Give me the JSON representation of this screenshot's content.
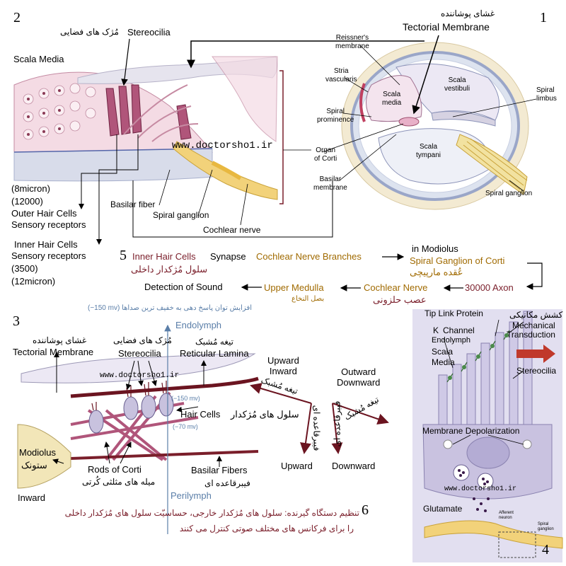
{
  "panel_numbers": {
    "p1": "1",
    "p2": "2",
    "p3": "3",
    "p4": "4",
    "p5": "5",
    "p6": "6"
  },
  "watermark": "www.doctorsho1.ir",
  "panel2": {
    "scala_media": "Scala Media",
    "stereocilia": "Stereocilia",
    "stereocilia_fa": "مُژک های فضایی",
    "tectorial_fa": "غشای پوشاننده",
    "tectorial": "Tectorial Membrane",
    "outer_size": "(8micron)",
    "outer_count": "(12000)",
    "outer_name": "Outer Hair Cells",
    "outer_role": "Sensory receptors",
    "inner_name": "Inner Hair Cells",
    "inner_role": "Sensory receptors",
    "inner_count": "(3500)",
    "inner_size": "(12micron)",
    "basilar_fiber": "Basilar fiber",
    "spiral_ganglion": "Spiral ganglion",
    "cochlear_nerve": "Cochlear nerve"
  },
  "panel1": {
    "reissner": "Reissner's\nmembrane",
    "stria": "Stria\nvascularis",
    "scala_media": "Scala\nmedia",
    "scala_vestibuli": "Scala\nvestibuli",
    "spiral_limbus": "Spiral\nlimbus",
    "spiral_prominence": "Spiral\nprominence",
    "organ_corti": "Organ\nof Corti",
    "scala_tympani": "Scala\ntympani",
    "basilar_membrane": "Basilar\nmembrane",
    "spiral_ganglion": "Spiral ganglion"
  },
  "pathway": {
    "inner_hair_cells": "Inner Hair Cells",
    "synapse": "Synapse",
    "inner_hair_cells_fa": "سلول مُژکدار داخلی",
    "nerve_branches": "Cochlear Nerve Branches",
    "in_modiolus": "in Modiolus",
    "spiral_ganglion_corti": "Spiral Ganglion of Corti",
    "spiral_ganglion_fa": "عُقده مارپیچی",
    "axon": "30000 Axon",
    "cochlear_nerve": "Cochlear Nerve",
    "cochlear_nerve_fa": "عصب حلزونی",
    "upper_medulla": "Upper Medulla",
    "upper_medulla_fa": "بصل النخاع",
    "detection": "Detection of Sound"
  },
  "panel3": {
    "potential_note": "(−150 mv) افزایش توان پاسخ دهی به خفیف ترین صداها",
    "endolymph": "Endolymph",
    "tectorial_fa": "غشای پوشاننده",
    "tectorial": "Tectorial Membrane",
    "stereocilia_fa": "مُژک های فضایی",
    "stereocilia": "Stereocilia",
    "reticular_fa": "تیغه مُشبک",
    "reticular": "Reticular Lamina",
    "upward_inward": "Upward\nInward",
    "reticular_arrow_fa": "تیغه مُشبک",
    "outward_downward": "Outward\nDownward",
    "reticular_arrow2_fa": "تیغه مُشبک",
    "mv_150": "(−150 mv)",
    "hair_cells": "Hair Cells",
    "hair_cells_fa": "سلول های مُژکدار",
    "mv_70": "(−70 mv)",
    "basilar_fa_1": "فیبرقاعده ای",
    "basilar_fa_2": "فیبرقاعده ای",
    "modiolus": "Modiolus",
    "modiolus_fa": "ستونک",
    "rods": "Rods of Corti",
    "rods_fa": "میله های مثلثی کُرتی",
    "basilar_fibers": "Basilar Fibers",
    "basilar_fibers_fa": "فیبرقاعده ای",
    "upward": "Upward",
    "downward": "Downward",
    "perilymph": "Perilymph",
    "inward": "Inward"
  },
  "panel6": {
    "line1": "تنظیم دستگاه گیرنده: سلول های مُژکدار خارجی، حساسیّت سلول های مُژکدار داخلی",
    "line2": "را برای فرکانس های مختلف صوتی کنترل می کنند"
  },
  "panel4": {
    "tip_link": "Tip Link Protein",
    "k_channel": "K",
    "k_channel_label": "Channel",
    "mech_fa": "کشش مکانیکی",
    "mech1": "Mechanical",
    "mech2": "Transduction",
    "endolymph": "Endolymph",
    "scala": "Scala",
    "media": "Media",
    "stereocilia": "Stereocilia",
    "membrane_dep": "Membrane Depolarization",
    "glutamate": "Glutamate",
    "afferent": "Afferent\nneuron",
    "spiral_gang": "Spiral\nganglion"
  },
  "colors": {
    "maroon": "#7a1e2a",
    "gold": "#a06a00",
    "blue": "#5a7ea8",
    "arrow_red": "#c0392b"
  }
}
